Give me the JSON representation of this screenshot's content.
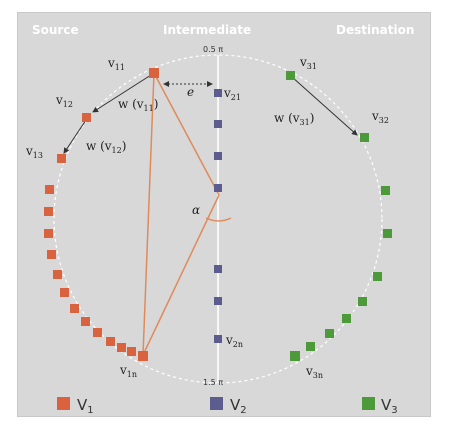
{
  "headers": {
    "source": "Source",
    "intermediate": "Intermediate",
    "destination": "Destination"
  },
  "axis": {
    "top": "0.5 π",
    "bottom": "1.5 π"
  },
  "labels": {
    "v11": "v",
    "v11_sub": "11",
    "v12": "v",
    "v12_sub": "12",
    "v13": "v",
    "v13_sub": "13",
    "v1n": "v",
    "v1n_sub": "1n",
    "v21": "v",
    "v21_sub": "21",
    "v2n": "v",
    "v2n_sub": "2n",
    "v31": "v",
    "v31_sub": "31",
    "v32": "v",
    "v32_sub": "32",
    "v3n": "v",
    "v3n_sub": "3n",
    "w11": "w (v",
    "w11_sub": "11",
    "w11_end": ")",
    "w12": "w (v",
    "w12_sub": "12",
    "w12_end": ")",
    "w31": "w (v",
    "w31_sub": "31",
    "w31_end": ")",
    "e": "e",
    "alpha": "α"
  },
  "legend": {
    "v1": "V",
    "v1_sub": "1",
    "v2": "V",
    "v2_sub": "2",
    "v3": "V",
    "v3_sub": "3"
  },
  "colors": {
    "background": "#d8d8d8",
    "source": "#d9623f",
    "intermediate": "#5c5c8e",
    "destination": "#4d9a3a",
    "edge_orange": "#e08a5a",
    "arrow": "#333333",
    "header": "#ffffff",
    "dashed_circle": "#ffffff"
  }
}
